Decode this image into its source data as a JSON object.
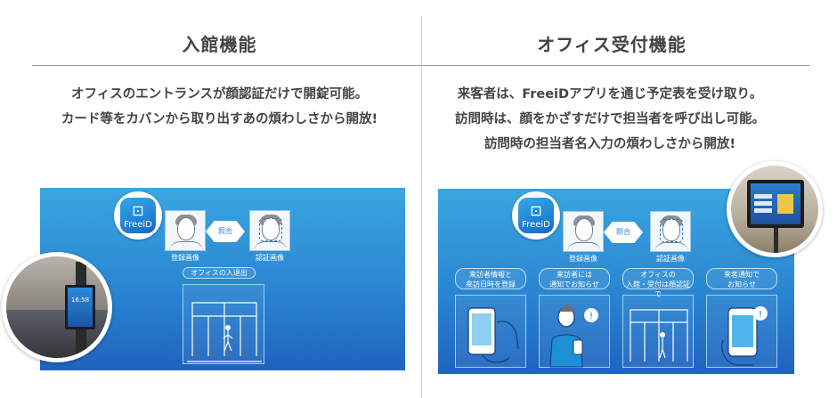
{
  "left": {
    "title": "入館機能",
    "desc_line1": "オフィスのエントランスが顔認証だけで開錠可能。",
    "desc_line2": "カード等をカバンから取り出すあの煩わしさから開放!",
    "app_name": "FreeiD",
    "face_registered": "登録画像",
    "match_label": "照合",
    "face_auth": "認証画像",
    "scene_label": "オフィスの入退出",
    "kiosk_time": "16:58"
  },
  "right": {
    "title": "オフィス受付機能",
    "desc_line1": "来客者は、FreeiDアプリを通じ予定表を受け取り。",
    "desc_line2": "訪問時は、顔をかざすだけで担当者を呼び出し可能。",
    "desc_line3": "訪問時の担当者名入力の煩わしさから開放!",
    "app_name": "FreeiD",
    "face_registered": "登録画像",
    "match_label": "照合",
    "face_auth": "認証画像",
    "steps": [
      {
        "l1": "来訪者情報と",
        "l2": "来訪日時を登録"
      },
      {
        "l1": "来訪者には",
        "l2": "通知でお知らせ"
      },
      {
        "l1": "オフィスの",
        "l2": "入館・受付は顔認証で"
      },
      {
        "l1": "来客通知で",
        "l2": "お知らせ"
      }
    ]
  },
  "colors": {
    "panel_top": "#3aa6e0",
    "panel_bottom": "#1f63bf",
    "text": "#444444",
    "divider": "#cfcfcf"
  },
  "icons": [
    "freeid-app-icon",
    "face-icon",
    "face-scan-icon",
    "smartphone-icon",
    "notification-icon",
    "door-icon",
    "tablet-icon"
  ]
}
